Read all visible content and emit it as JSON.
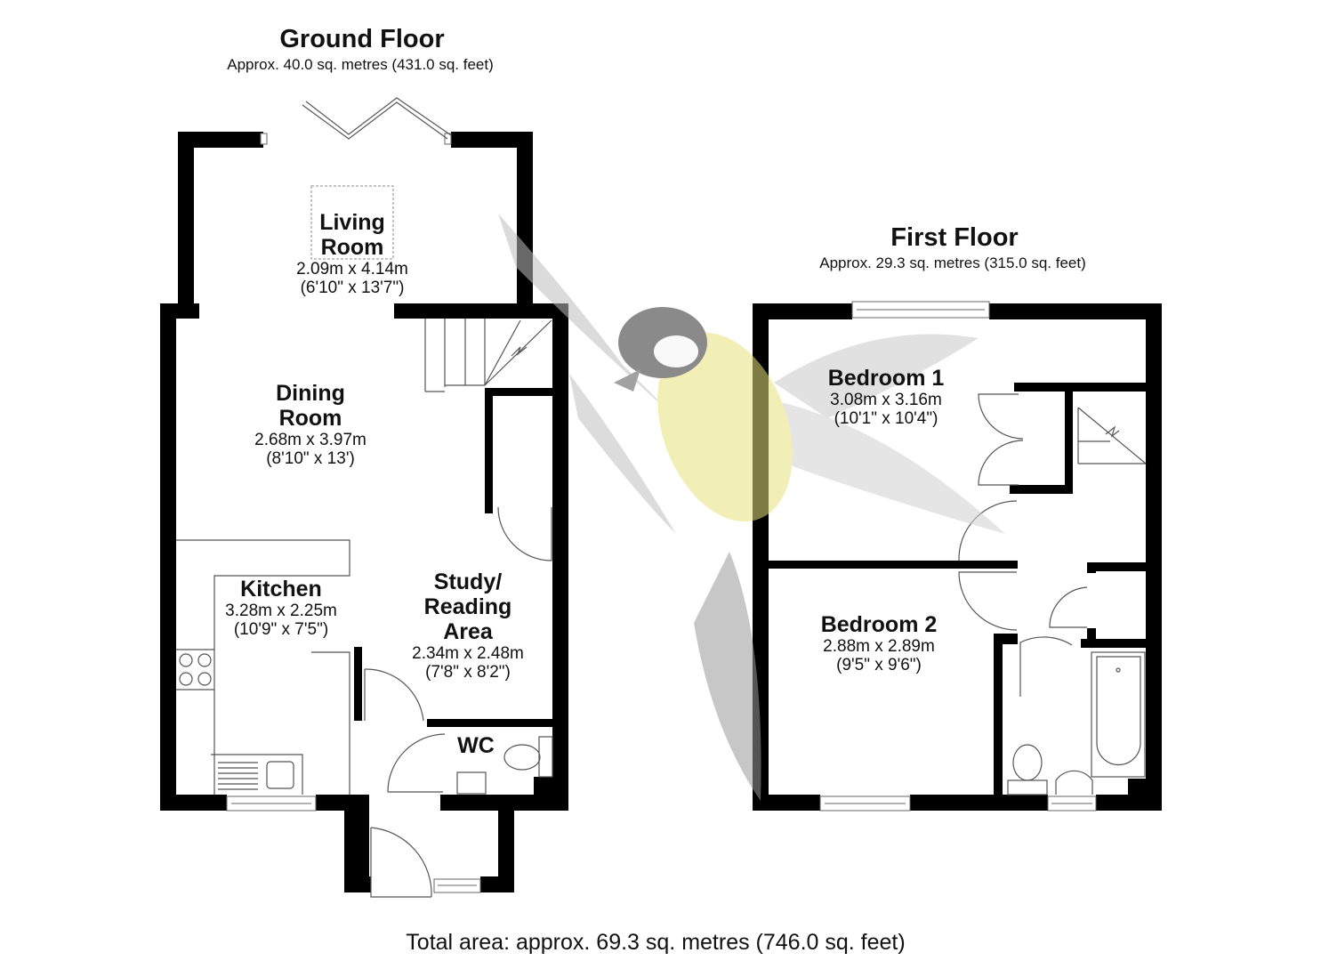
{
  "ground_floor": {
    "title": "Ground Floor",
    "area": "Approx. 40.0 sq. metres (431.0 sq. feet)",
    "rooms": [
      {
        "name_line1": "Living",
        "name_line2": "Room",
        "metric": "2.09m x 4.14m",
        "imperial": "(6'10\" x 13'7\")"
      },
      {
        "name_line1": "Dining",
        "name_line2": "Room",
        "metric": "2.68m x 3.97m",
        "imperial": "(8'10\" x 13')"
      },
      {
        "name_line1": "Kitchen",
        "metric": "3.28m x 2.25m",
        "imperial": "(10'9\" x 7'5\")"
      },
      {
        "name_line1": "Study/",
        "name_line2": "Reading",
        "name_line3": "Area",
        "metric": "2.34m x 2.48m",
        "imperial": "(7'8\" x 8'2\")"
      },
      {
        "name_line1": "WC"
      }
    ]
  },
  "first_floor": {
    "title": "First Floor",
    "area": "Approx. 29.3 sq. metres (315.0 sq. feet)",
    "rooms": [
      {
        "name_line1": "Bedroom 1",
        "metric": "3.08m x 3.16m",
        "imperial": "(10'1\" x 10'4\")"
      },
      {
        "name_line1": "Bedroom 2",
        "metric": "2.88m x 2.89m",
        "imperial": "(9'5\" x 9'6\")"
      }
    ]
  },
  "total_area": "Total area: approx. 69.3 sq. metres (746.0 sq. feet)",
  "colors": {
    "wall": "#000000",
    "fixture_line": "#555555",
    "bird_yellow": "#e8e27a",
    "bird_grey": "#9a9a9a"
  }
}
